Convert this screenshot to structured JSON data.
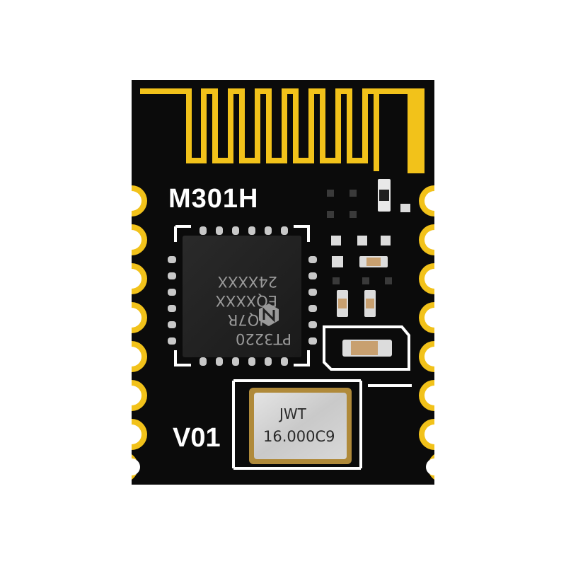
{
  "module": {
    "model_label": "M301H",
    "version_label": "V01",
    "chip_marking": [
      "PT3220",
      "HQ7R",
      "EQXXXX",
      "24XXXX"
    ],
    "crystal_marking": [
      "JWT",
      "16.000C9"
    ]
  },
  "colors": {
    "background": "#ffffff",
    "pcb": "#0b0b0b",
    "gold": "#f2c21a",
    "silkscreen": "#ffffff",
    "chip": "#222222"
  },
  "icons": {
    "chip_logo": "hexagon-n-logo-icon"
  }
}
